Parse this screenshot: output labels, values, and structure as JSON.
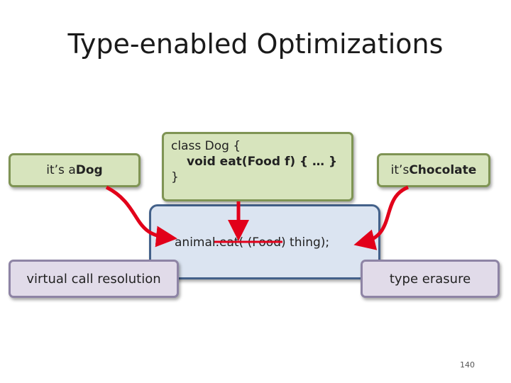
{
  "title": "Type-enabled Optimizations",
  "nodes": {
    "dog": {
      "prefix": "it’s a ",
      "bold": "Dog"
    },
    "class_code": {
      "line1": "class Dog {",
      "line2": "void eat(Food f) { … }",
      "line3": "}"
    },
    "chocolate": {
      "prefix": "it’s ",
      "bold": "Chocolate"
    },
    "call": {
      "text": "animal.eat( (Food) thing);",
      "struck": "(Food)"
    },
    "virtual_call": {
      "label": "virtual call resolution"
    },
    "type_erasure": {
      "label": "type erasure"
    }
  },
  "page_number": "140",
  "colors": {
    "arrow": "#e2001a",
    "green_fill": "#d7e4bd",
    "lavender_fill": "#e1dbe9",
    "blue_fill": "#dbe4f1"
  }
}
